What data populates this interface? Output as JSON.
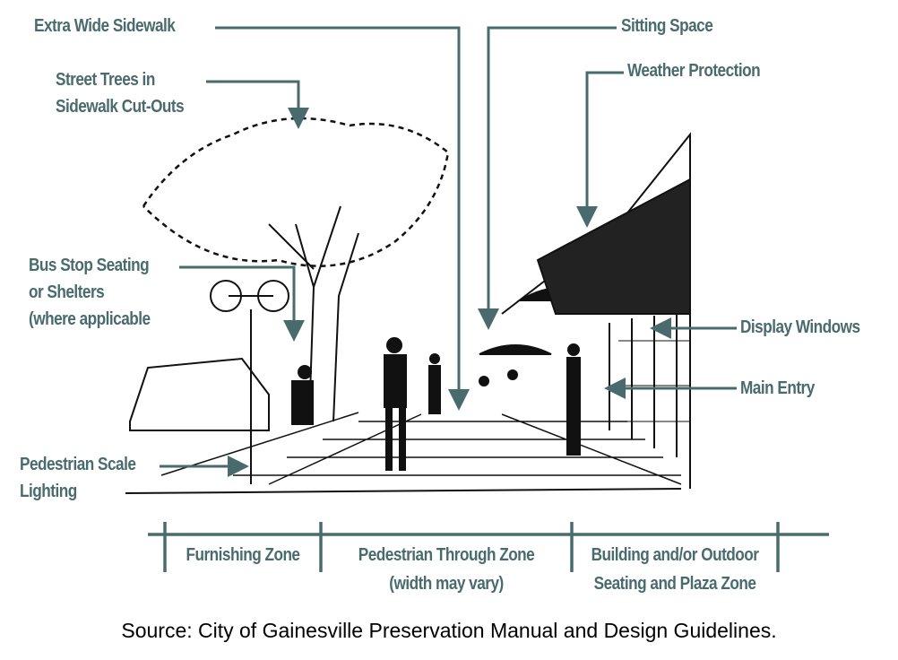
{
  "colors": {
    "label": "#4a6b6e",
    "sketch": "#111111"
  },
  "callouts": {
    "extra_wide_sidewalk": "Extra Wide Sidewalk",
    "sitting_space": "Sitting Space",
    "weather_protection": "Weather Protection",
    "street_trees": [
      "Street Trees in",
      "Sidewalk Cut-Outs"
    ],
    "bus_stop": [
      "Bus Stop Seating",
      "or Shelters",
      "(where applicable"
    ],
    "display_windows": "Display Windows",
    "main_entry": "Main Entry",
    "lighting": [
      "Pedestrian Scale",
      "Lighting"
    ]
  },
  "zones": [
    {
      "lines": [
        "Furnishing Zone"
      ]
    },
    {
      "lines": [
        "Pedestrian Through Zone",
        "(width may vary)"
      ]
    },
    {
      "lines": [
        "Building and/or Outdoor",
        "Seating and Plaza Zone"
      ]
    }
  ],
  "caption": "Source: City of Gainesville Preservation Manual and Design Guidelines."
}
